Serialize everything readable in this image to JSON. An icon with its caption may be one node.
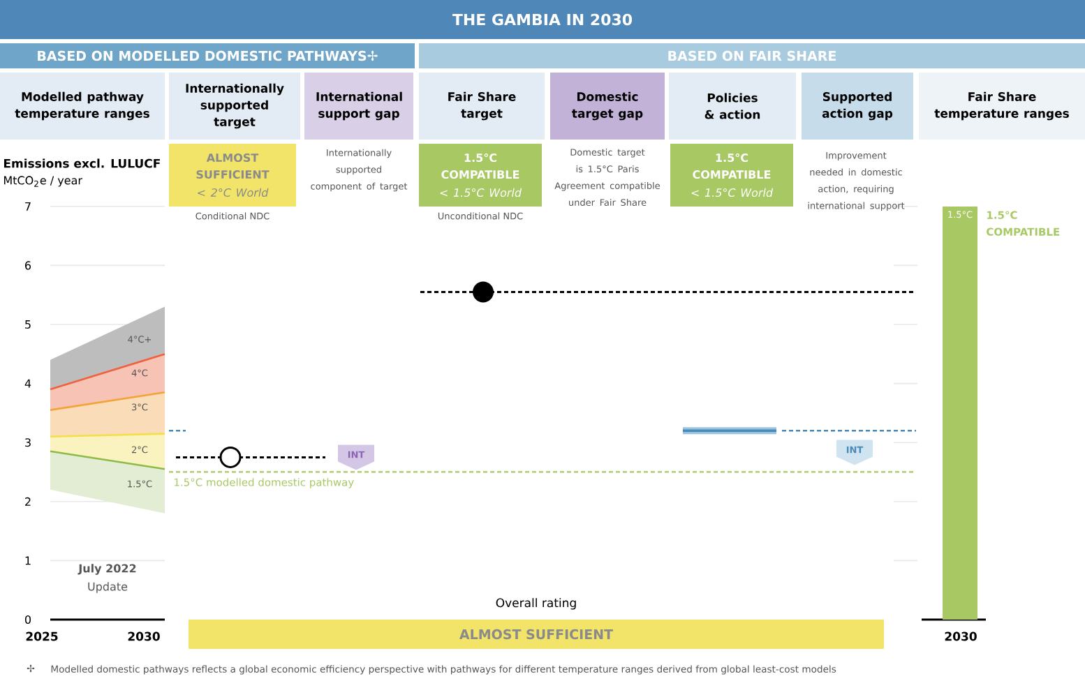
{
  "diagram": {
    "title": "THE GAMBIA IN 2030",
    "nodes": [
      {
        "text": [
          "BASED ON MODELLED DOMESTIC PATHWAYS✢"
        ]
      },
      {
        "text": [
          "BASED ON FAIR SHARE"
        ]
      },
      {
        "text": [
          "Modelled pathway temperature ranges"
        ]
      },
      {
        "text": [
          "Internationally supported target"
        ]
      },
      {
        "text": [
          "International support gap"
        ]
      },
      {
        "text": [
          "Fair Share target"
        ]
      },
      {
        "text": [
          "Domestic target gap"
        ]
      },
      {
        "text": [
          "Policies & action"
        ]
      },
      {
        "text": [
          "Supported action gap"
        ]
      },
      {
        "text": [
          "Fair Share temperature ranges"
        ]
      },
      {
        "text": [
          "ALMOST SUFFICIENT",
          "< 2°C World"
        ],
        "beside": [
          "Conditional NDC"
        ]
      },
      {
        "text": [
          "1.5°C COMPATIBLE",
          "< 1.5°C World"
        ],
        "beside": [
          "Unconditional NDC"
        ]
      },
      {
        "text": [
          "1.5°C COMPATIBLE",
          "< 1.5°C World"
        ]
      },
      {
        "text": [
          "Overall rating",
          "ALMOST SUFFICIENT"
        ]
      },
      {
        "text": [
          "1.5°C"
        ],
        "beside": [
          "1.5°C COMPATIBLE"
        ]
      },
      {
        "text": [
          "INT"
        ]
      },
      {
        "text": [
          "INT"
        ]
      }
    ],
    "labels": [
      "Emissions excl. LULUCF",
      "MtCO$_{2}$e / year",
      "Internationally supported component of target",
      "Domestic target is 1.5°C Paris Agreement compatible under Fair Share",
      "Improvement needed in domestic action, requiring international support",
      "7",
      "6",
      "5",
      "4",
      "3",
      "2",
      "1",
      "0",
      "4°C+",
      "4°C",
      "3°C",
      "2°C",
      "1.5°C",
      "1.5°C modelled domestic pathway",
      "July 2022",
      "Update",
      "2025",
      "2030",
      "2030",
      "✢",
      "Modelled domestic pathways reflects a global economic efficiency perspective with pathways for different temperature ranges derived from global least-cost models"
    ]
  }
}
